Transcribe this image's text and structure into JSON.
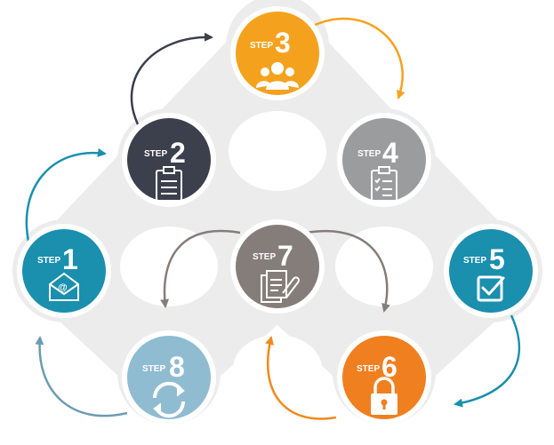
{
  "steps": [
    {
      "word": "STEP",
      "number": "1",
      "icon": "email-envelope-icon",
      "color": "#1a8fae"
    },
    {
      "word": "STEP",
      "number": "2",
      "icon": "clipboard-icon",
      "color": "#3c3f4c"
    },
    {
      "word": "STEP",
      "number": "3",
      "icon": "team-people-icon",
      "color": "#f4a21e"
    },
    {
      "word": "STEP",
      "number": "4",
      "icon": "checklist-clipboard-icon",
      "color": "#9a9c9e"
    },
    {
      "word": "STEP",
      "number": "5",
      "icon": "checkbox-icon",
      "color": "#1a8fae"
    },
    {
      "word": "STEP",
      "number": "6",
      "icon": "padlock-icon",
      "color": "#f07f1f"
    },
    {
      "word": "STEP",
      "number": "7",
      "icon": "documents-paperclip-icon",
      "color": "#857d79"
    },
    {
      "word": "STEP",
      "number": "8",
      "icon": "refresh-cycle-icon",
      "color": "#90bcd1"
    }
  ],
  "colors": {
    "background": "#ffffff",
    "blob": "#ececec",
    "ring": "#ffffff"
  }
}
